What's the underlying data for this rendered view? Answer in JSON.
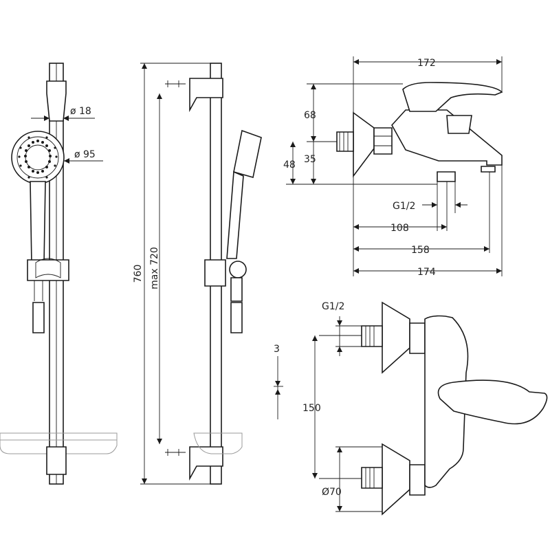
{
  "dimensions": {
    "d18": "ø 18",
    "d95": "ø 95",
    "h760": "760",
    "max720": "max 720",
    "w172": "172",
    "h68": "68",
    "h48": "48",
    "h35": "35",
    "g12_top": "G1/2",
    "w108": "108",
    "w158": "158",
    "w174": "174",
    "g12_bottom": "G1/2",
    "offset3": "3",
    "h150": "150",
    "d70": "Ø70"
  }
}
